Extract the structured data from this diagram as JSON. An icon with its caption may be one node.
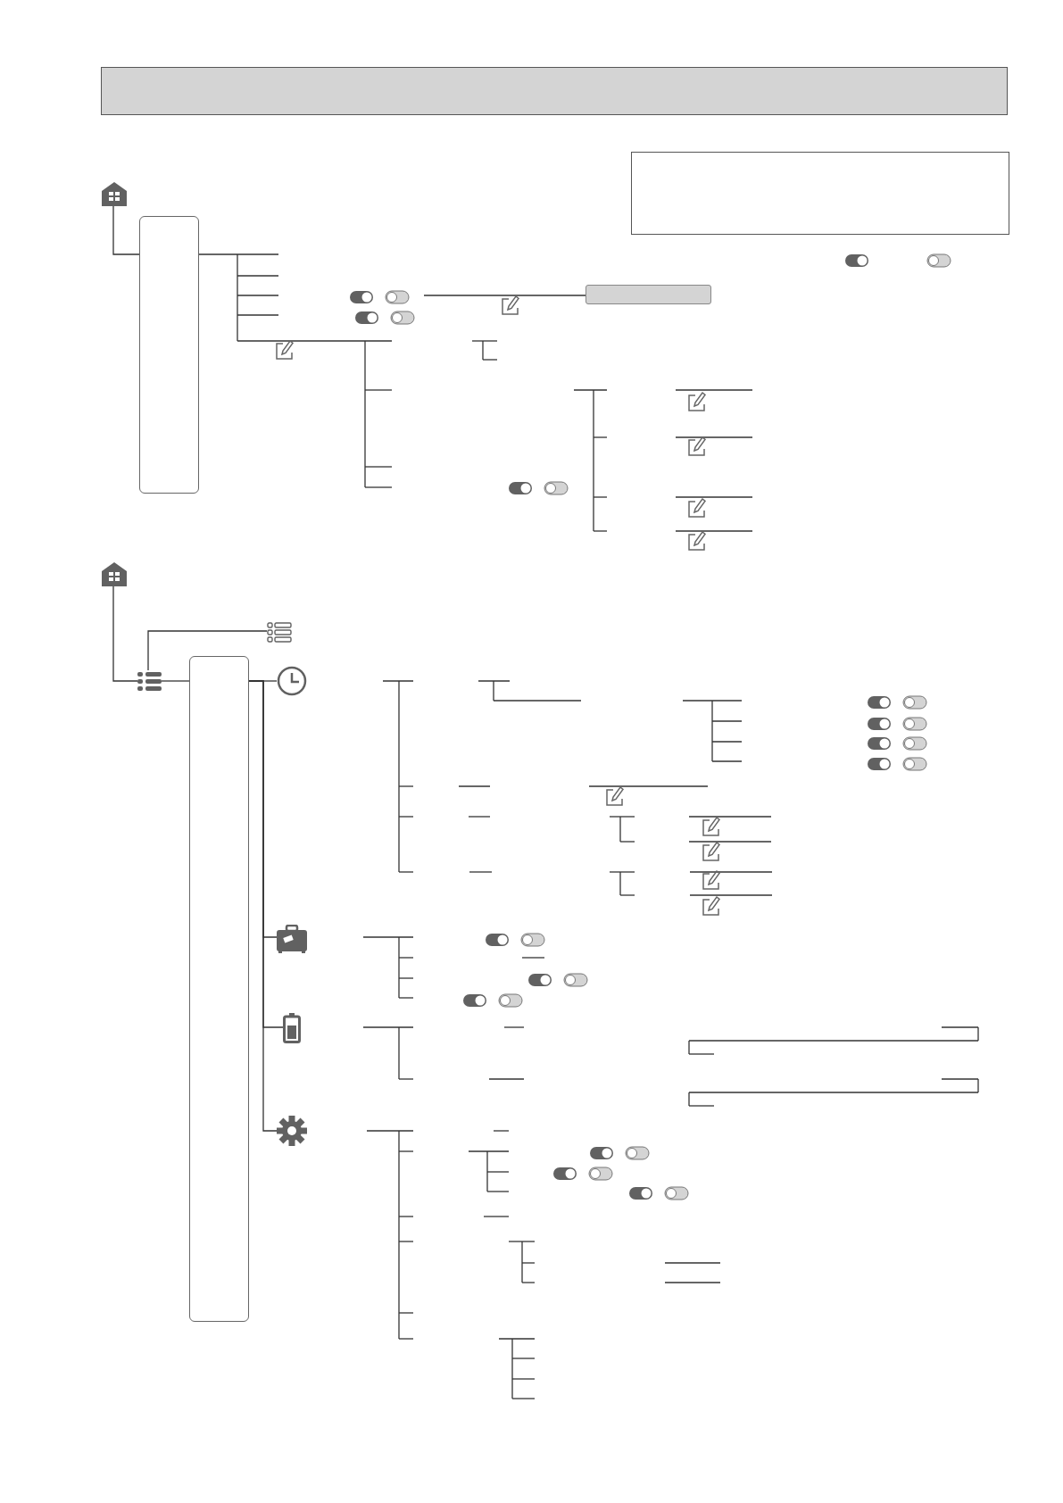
{
  "diagram": {
    "nodes": [
      {
        "text": [],
        "shape": "box"
      },
      {
        "text": [],
        "shape": "box"
      },
      {
        "text": [],
        "shape": "house"
      },
      {
        "text": [],
        "shape": "box"
      },
      {
        "text": [],
        "shape": "bar"
      },
      {
        "text": [],
        "shape": "house"
      },
      {
        "text": [],
        "shape": "list"
      },
      {
        "text": [],
        "shape": "list-outline"
      },
      {
        "text": [],
        "shape": "box"
      },
      {
        "text": [],
        "shape": "clock"
      },
      {
        "text": [],
        "shape": "suitcase"
      },
      {
        "text": [],
        "shape": "battery"
      },
      {
        "text": [],
        "shape": "gear"
      }
    ],
    "edges": [
      {
        "from": 2,
        "to": 3,
        "arrow": "none"
      },
      {
        "from": null,
        "to": 4,
        "arrow": "none"
      },
      {
        "from": 5,
        "to": 6,
        "arrow": "none"
      },
      {
        "from": 6,
        "to": 7,
        "arrow": "none"
      },
      {
        "from": 6,
        "to": 8,
        "arrow": "none"
      },
      {
        "from": 8,
        "to": 9,
        "arrow": "none"
      },
      {
        "from": 8,
        "to": 10,
        "arrow": "none"
      },
      {
        "from": 8,
        "to": 11,
        "arrow": "none"
      },
      {
        "from": 8,
        "to": 12,
        "arrow": "none"
      }
    ]
  }
}
